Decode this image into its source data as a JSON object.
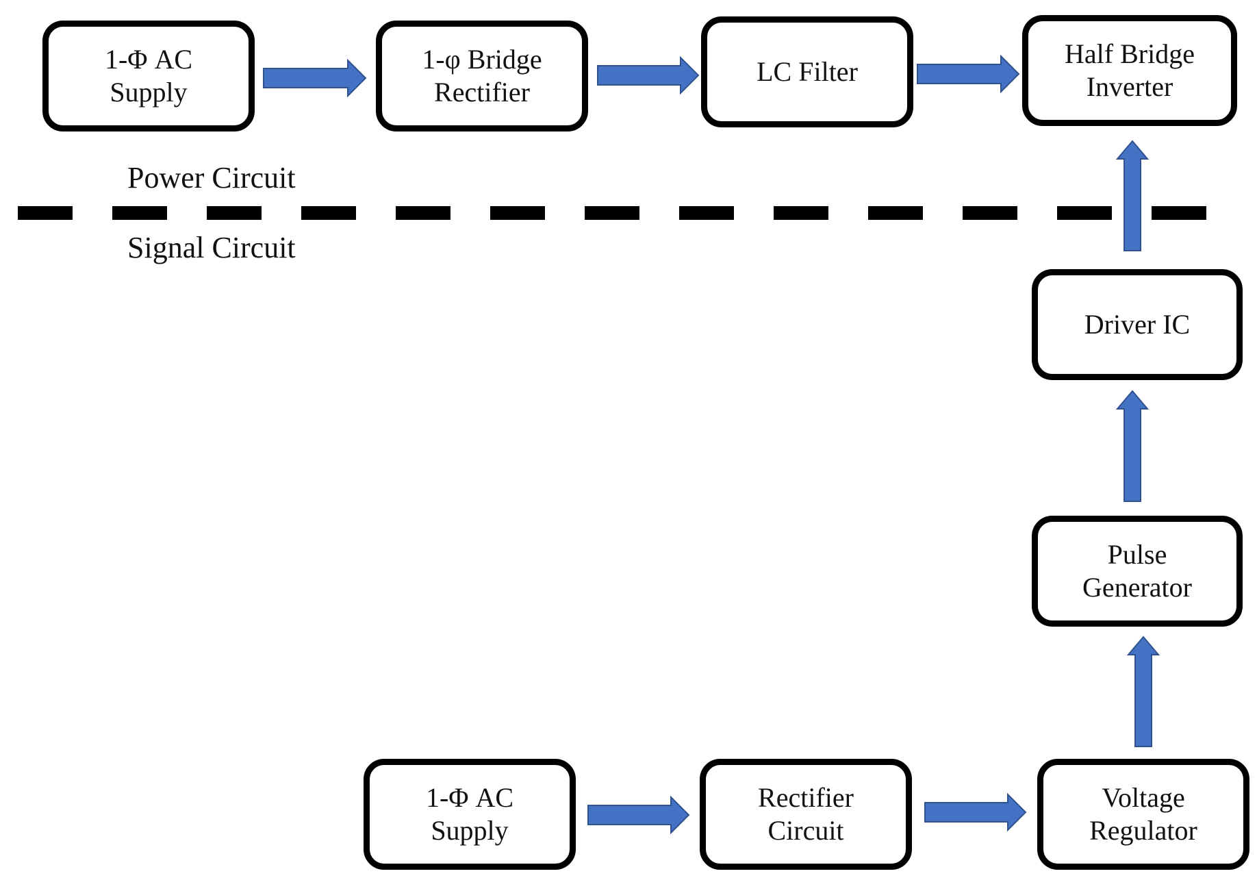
{
  "colors": {
    "arrow_fill": "#4472C4",
    "arrow_stroke": "#2F528F",
    "border": "#000000",
    "divider": "#000000"
  },
  "section_labels": {
    "power": "Power Circuit",
    "signal": "Signal Circuit"
  },
  "power_circuit": {
    "ac_supply": {
      "line1": "1-Φ AC",
      "line2": "Supply"
    },
    "bridge_rectifier": {
      "line1": "1-φ Bridge",
      "line2": "Rectifier"
    },
    "lc_filter": {
      "line1": "LC Filter"
    },
    "half_bridge_inverter": {
      "line1": "Half Bridge",
      "line2": "Inverter"
    }
  },
  "signal_circuit": {
    "driver_ic": {
      "line1": "Driver IC"
    },
    "pulse_generator": {
      "line1": "Pulse",
      "line2": "Generator"
    },
    "ac_supply": {
      "line1": "1-Φ AC",
      "line2": "Supply"
    },
    "rectifier_circuit": {
      "line1": "Rectifier",
      "line2": "Circuit"
    },
    "voltage_regulator": {
      "line1": "Voltage",
      "line2": "Regulator"
    }
  },
  "connections": [
    {
      "from": "power-ac-supply",
      "to": "bridge-rectifier"
    },
    {
      "from": "bridge-rectifier",
      "to": "lc-filter"
    },
    {
      "from": "lc-filter",
      "to": "half-bridge-inverter"
    },
    {
      "from": "driver-ic",
      "to": "half-bridge-inverter"
    },
    {
      "from": "pulse-generator",
      "to": "driver-ic"
    },
    {
      "from": "voltage-regulator",
      "to": "pulse-generator"
    },
    {
      "from": "signal-ac-supply",
      "to": "rectifier-circuit"
    },
    {
      "from": "rectifier-circuit",
      "to": "voltage-regulator"
    }
  ]
}
